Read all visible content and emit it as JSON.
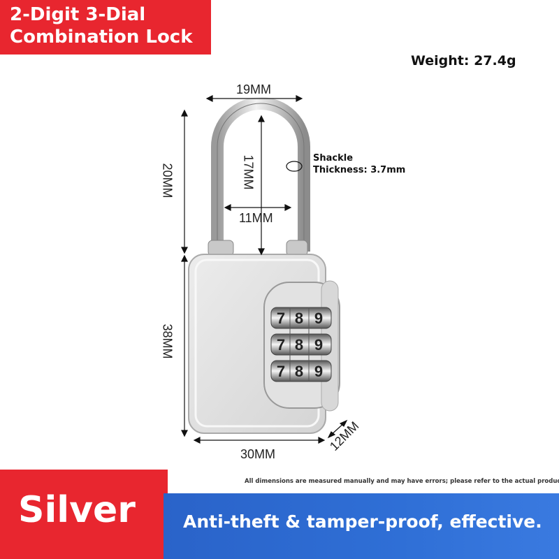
{
  "title": {
    "line1": "2-Digit 3-Dial",
    "line2": "Combination Lock"
  },
  "weight": "Weight: 27.4g",
  "dimensions": {
    "shackle_width": "19MM",
    "shackle_inner_height": "17MM",
    "shackle_height": "20MM",
    "shackle_inner_width": "11MM",
    "body_height": "38MM",
    "body_width": "30MM",
    "body_depth": "12MM"
  },
  "shackle_thickness": {
    "line1": "Shackle",
    "line2": "Thickness: 3.7mm"
  },
  "dials": [
    {
      "digits": [
        "7",
        "8",
        "9"
      ]
    },
    {
      "digits": [
        "7",
        "8",
        "9"
      ]
    },
    {
      "digits": [
        "7",
        "8",
        "9"
      ]
    }
  ],
  "disclaimer": "All dimensions are measured manually and may have errors; please refer to the actual product.",
  "footer": {
    "color_name": "Silver",
    "slogan": "Anti-theft & tamper-proof, effective."
  },
  "colors": {
    "banner_red": "#e8262f",
    "banner_blue": "#2f6fd6",
    "lock_silver": "#dcdcdc"
  }
}
